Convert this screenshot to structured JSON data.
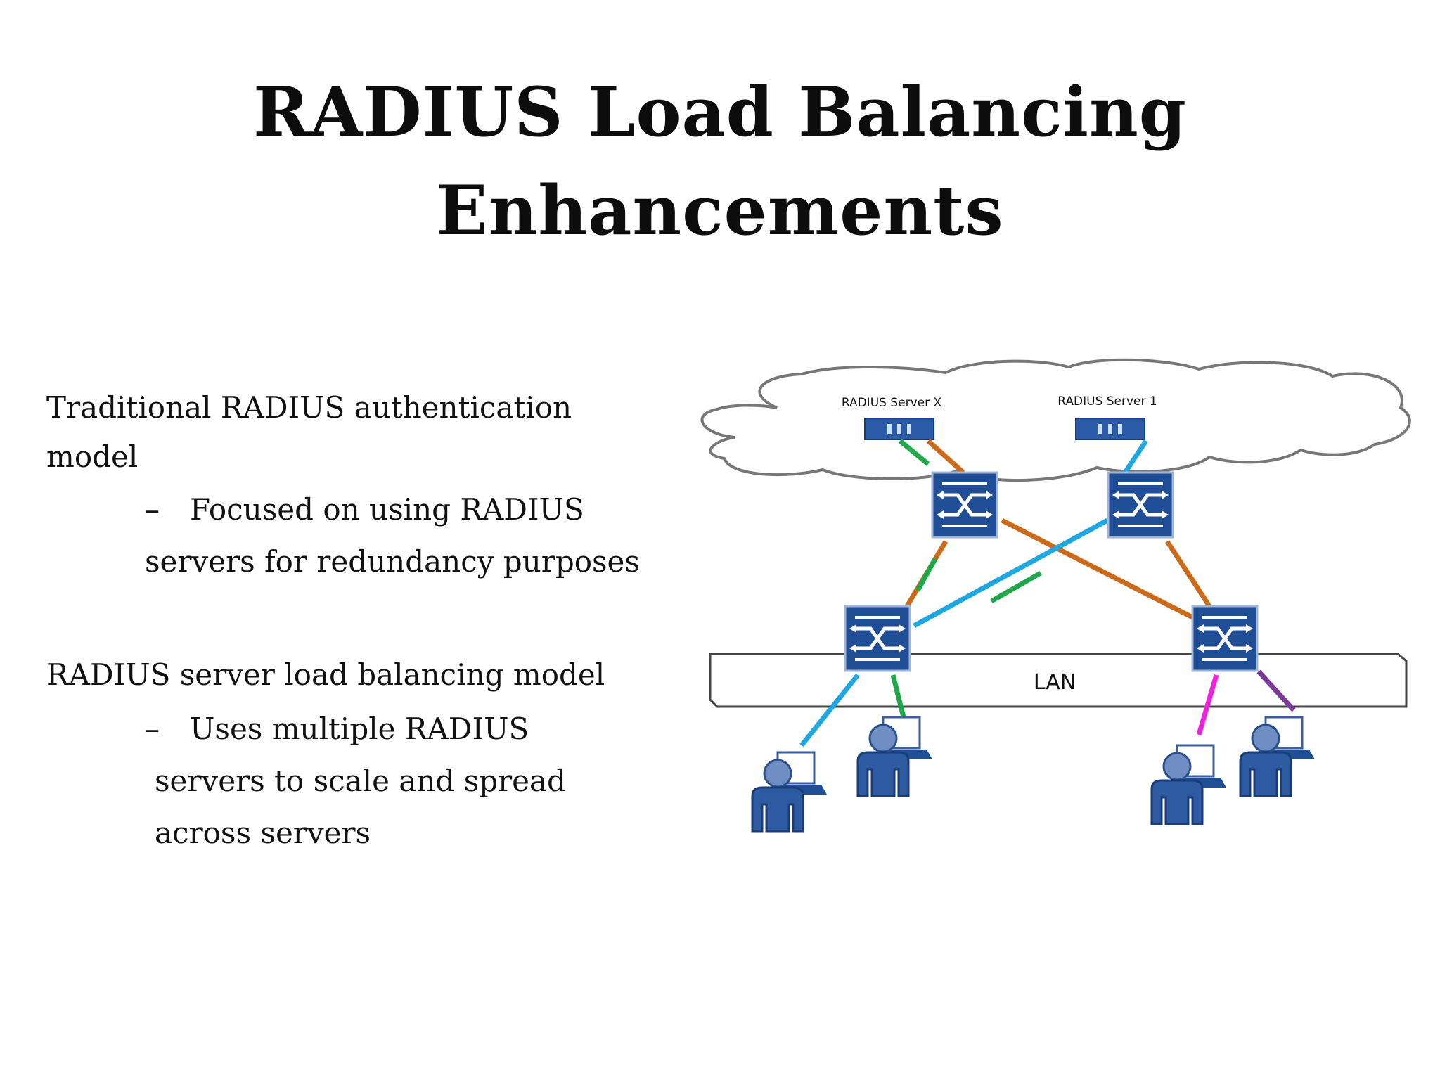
{
  "title": {
    "line1": "RADIUS Load Balancing",
    "line2": "Enhancements"
  },
  "bullets": {
    "traditional": {
      "heading": "Traditional RADIUS authentication model",
      "dash": "–",
      "sub_line1": "Focused on using RADIUS",
      "sub_line2": "servers for redundancy purposes"
    },
    "load_balancing": {
      "heading": "RADIUS server load balancing model",
      "dash": "–",
      "sub_line1": "Uses multiple RADIUS",
      "sub_line2": "servers to scale and spread",
      "sub_line3": "across servers"
    }
  },
  "diagram": {
    "server_x_label": "RADIUS Server X",
    "server_1_label": "RADIUS Server 1",
    "lan_label": "LAN",
    "colors": {
      "switch_blue": "#1f4e96",
      "server_blue": "#2a5aa8",
      "orange_link": "#cc6a1a",
      "green_link": "#1fa84a",
      "cyan_link": "#1ea7e0",
      "magenta_link": "#ee22dd",
      "purple_link": "#7a3a9a",
      "cloud_stroke": "#777777"
    },
    "icons": [
      "switch-icon",
      "server-icon",
      "user-workstation-icon",
      "cloud-icon"
    ]
  }
}
